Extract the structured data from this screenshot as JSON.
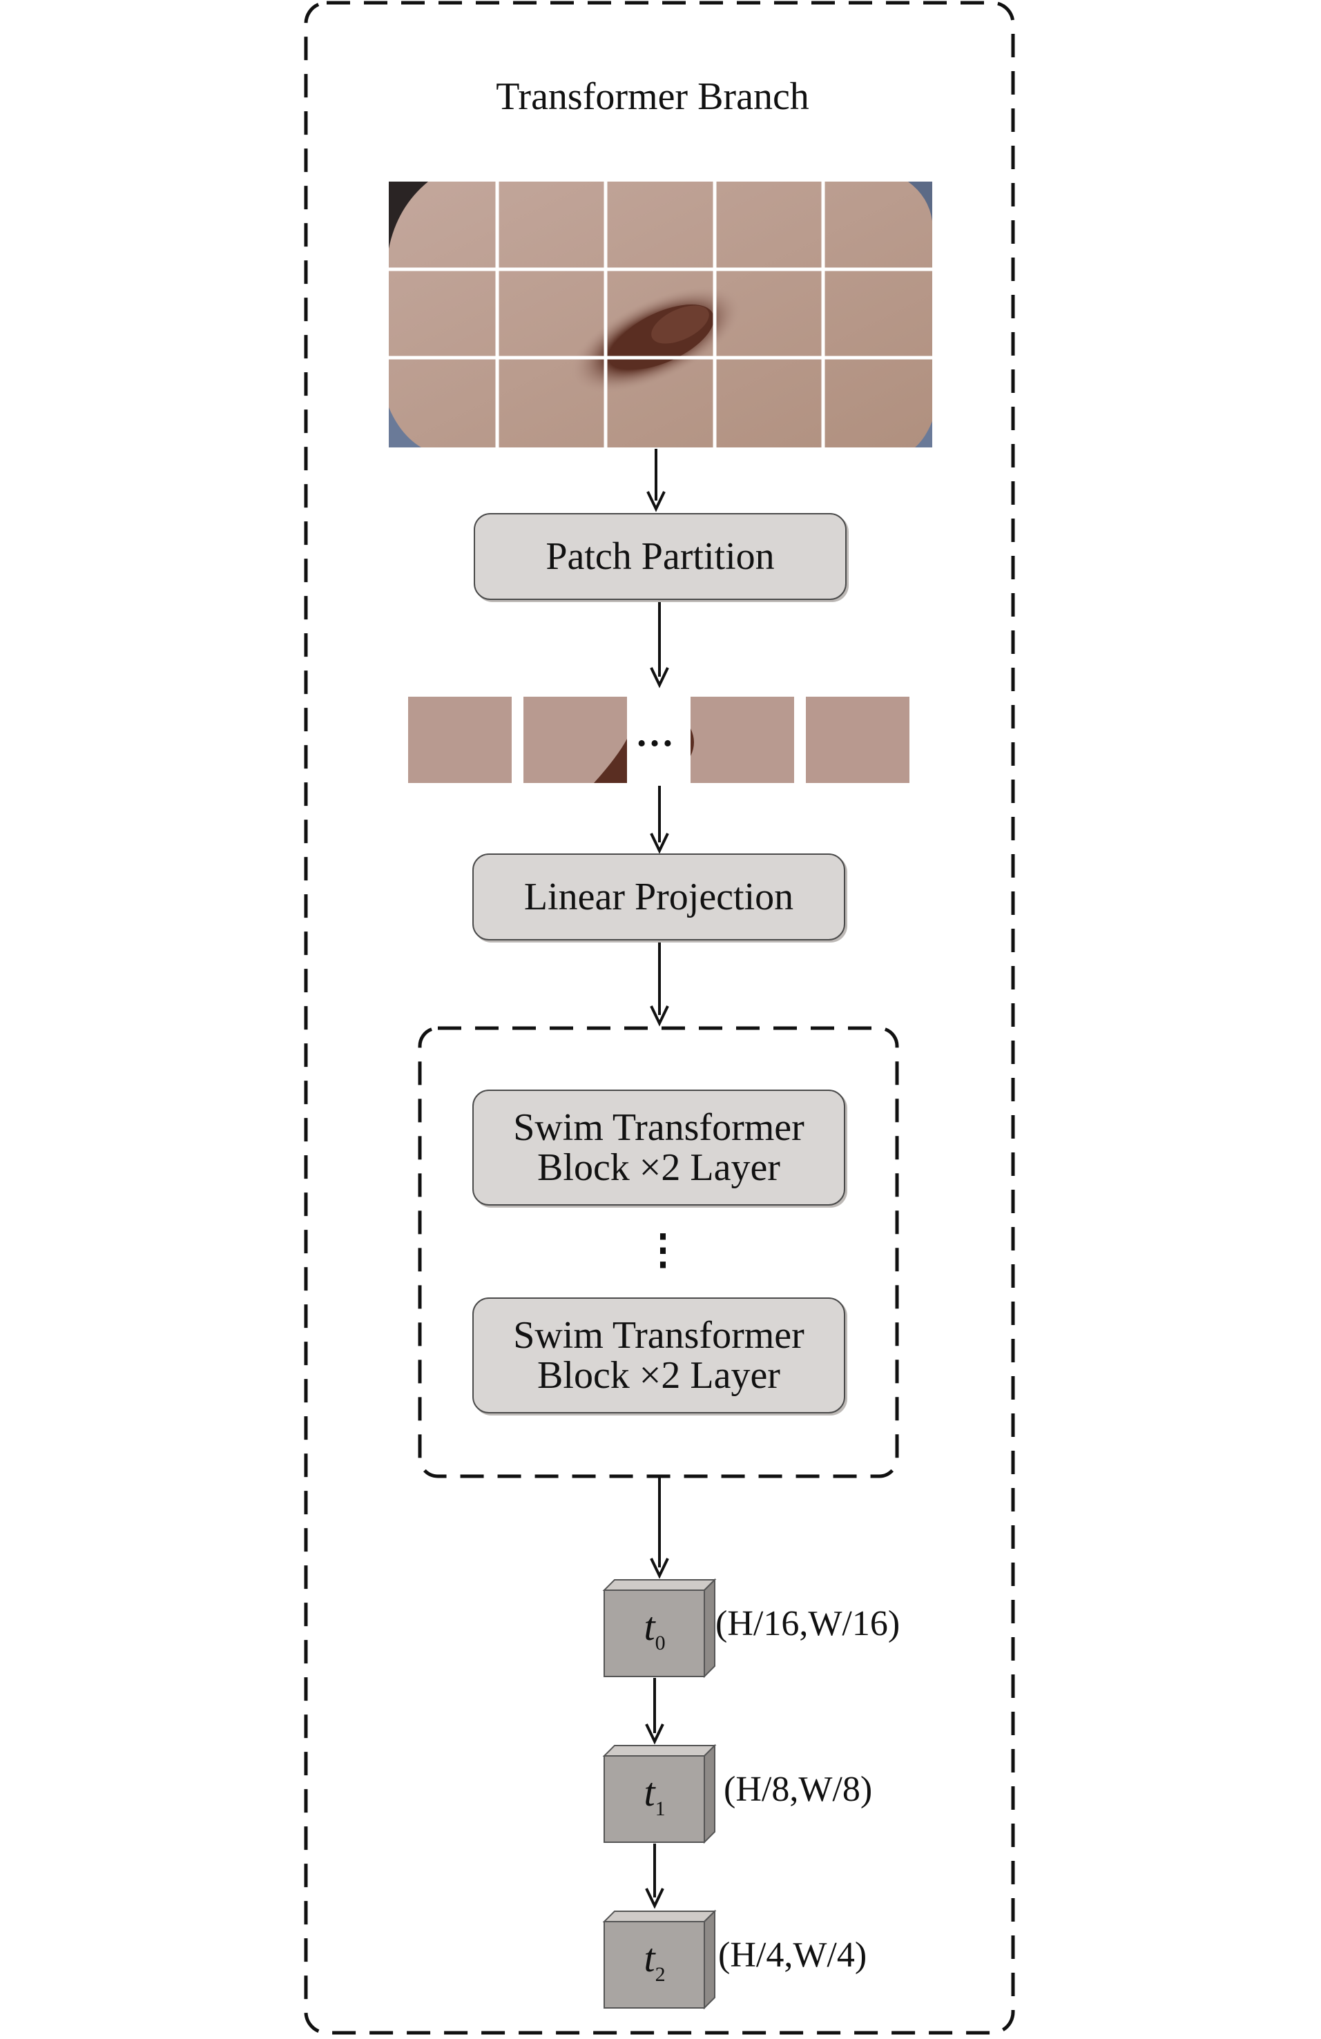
{
  "title": "Transformer Branch",
  "boxes": {
    "patch_partition": "Patch Partition",
    "linear_projection": "Linear Projection",
    "swim_block_1_line1": "Swim Transformer",
    "swim_block_1_line2": "Block ×2 Layer",
    "swim_block_2_line1": "Swim Transformer",
    "swim_block_2_line2": "Block ×2 Layer"
  },
  "patch_sequence_ellipsis": "…",
  "blocks_vertical_ellipsis": "⋮",
  "outputs": [
    {
      "symbol": "t",
      "subscript": "0",
      "dims": "(H/16,W/16)"
    },
    {
      "symbol": "t",
      "subscript": "1",
      "dims": "(H/8,W/8)"
    },
    {
      "symbol": "t",
      "subscript": "2",
      "dims": "(H/4,W/4)"
    }
  ],
  "colors": {
    "box_fill": "#d9d6d4",
    "cube_front": "#a9a5a2",
    "skin": "#b8998e",
    "lesion": "#5a2e22"
  }
}
